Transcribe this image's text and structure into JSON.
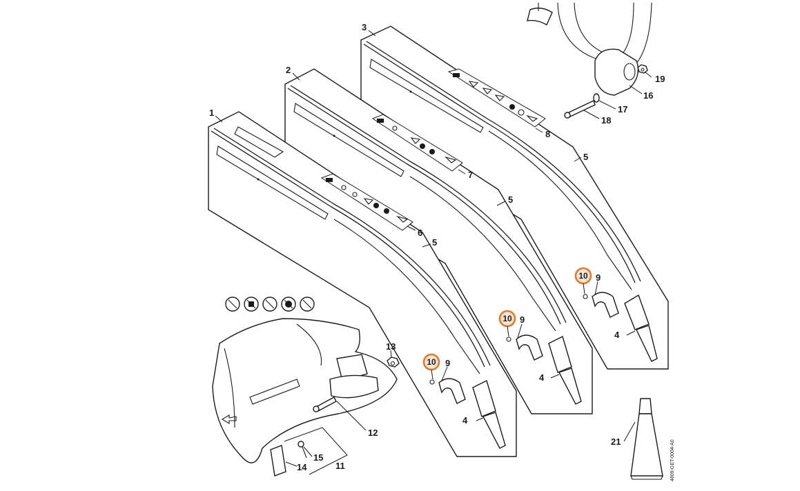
{
  "diagram": {
    "accent_color": "#e07a2e",
    "labels": {
      "l1": "1",
      "l2": "2",
      "l3": "3",
      "l4a": "4",
      "l4b": "4",
      "l4c": "4",
      "l5a": "5",
      "l5b": "5",
      "l5c": "5",
      "l6": "6",
      "l7": "7",
      "l8": "8",
      "l9a": "9",
      "l9b": "9",
      "l9c": "9",
      "l10a": "10",
      "l10b": "10",
      "l10c": "10",
      "l11": "11",
      "l12": "12",
      "l13": "13",
      "l14": "14",
      "l15": "15",
      "l16": "16",
      "l17": "17",
      "l18": "18",
      "l19": "19",
      "l21": "21"
    },
    "highlighted_labels": [
      "10"
    ],
    "doc_number": "4809-GET-0004-A0"
  }
}
